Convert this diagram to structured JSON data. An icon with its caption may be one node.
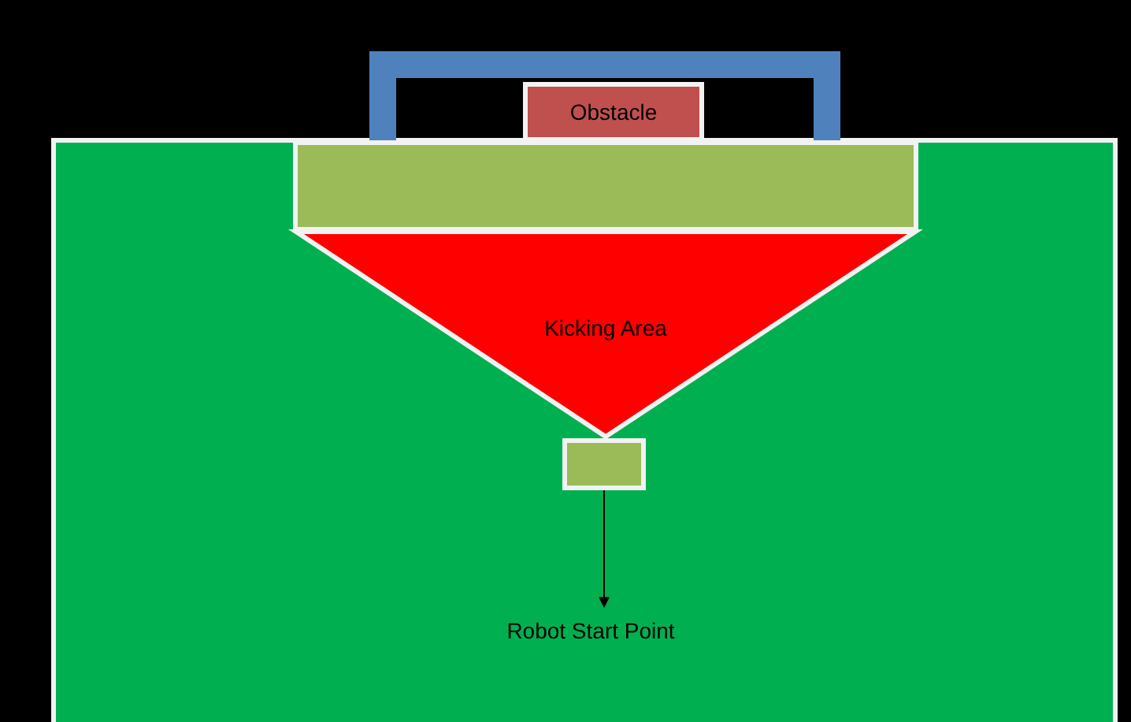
{
  "diagram": {
    "nodes": [
      {
        "text": [
          "Obstacle"
        ]
      },
      {
        "text": [],
        "shape": "box"
      },
      {
        "text": [
          "Kicking Area"
        ]
      },
      {
        "text": [],
        "shape": "box"
      },
      {
        "text": [
          "Robot Start Point"
        ]
      }
    ],
    "edges": [
      {
        "from": 3,
        "to": 4,
        "arrow": "to"
      }
    ]
  }
}
